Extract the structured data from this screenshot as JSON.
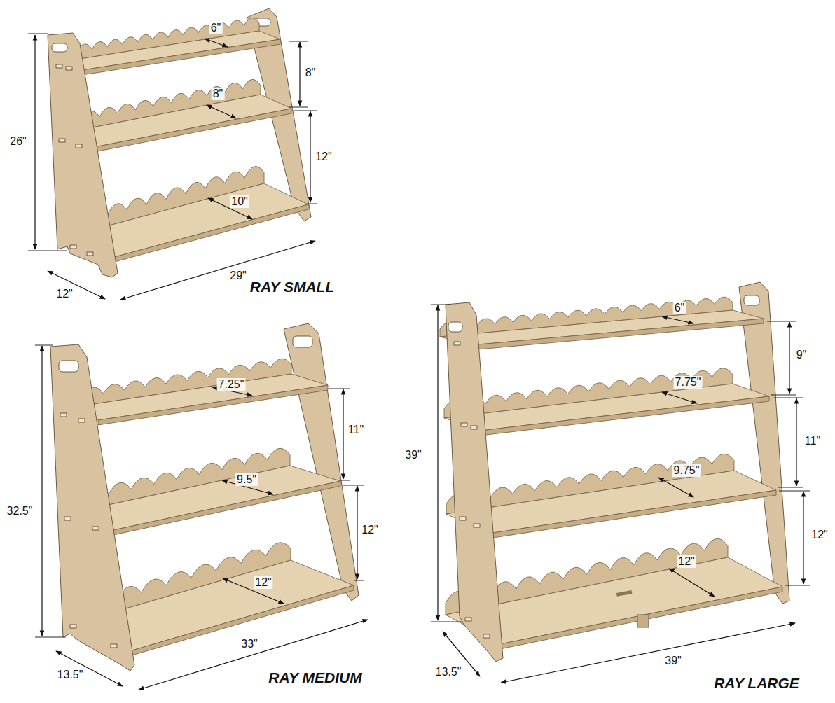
{
  "diagram": {
    "labels": [
      "6\"",
      "8\"",
      "26\"",
      "8\"",
      "12\"",
      "10\"",
      "29\"",
      "12\"",
      "RAY SMALL",
      "7.25\"",
      "11\"",
      "32.5\"",
      "9.5\"",
      "12\"",
      "12\"",
      "33\"",
      "13.5\"",
      "RAY MEDIUM",
      "6\"",
      "9\"",
      "39\"",
      "7.75\"",
      "11\"",
      "9.75\"",
      "12\"",
      "12\"",
      "39\"",
      "13.5\"",
      "RAY LARGE"
    ]
  }
}
